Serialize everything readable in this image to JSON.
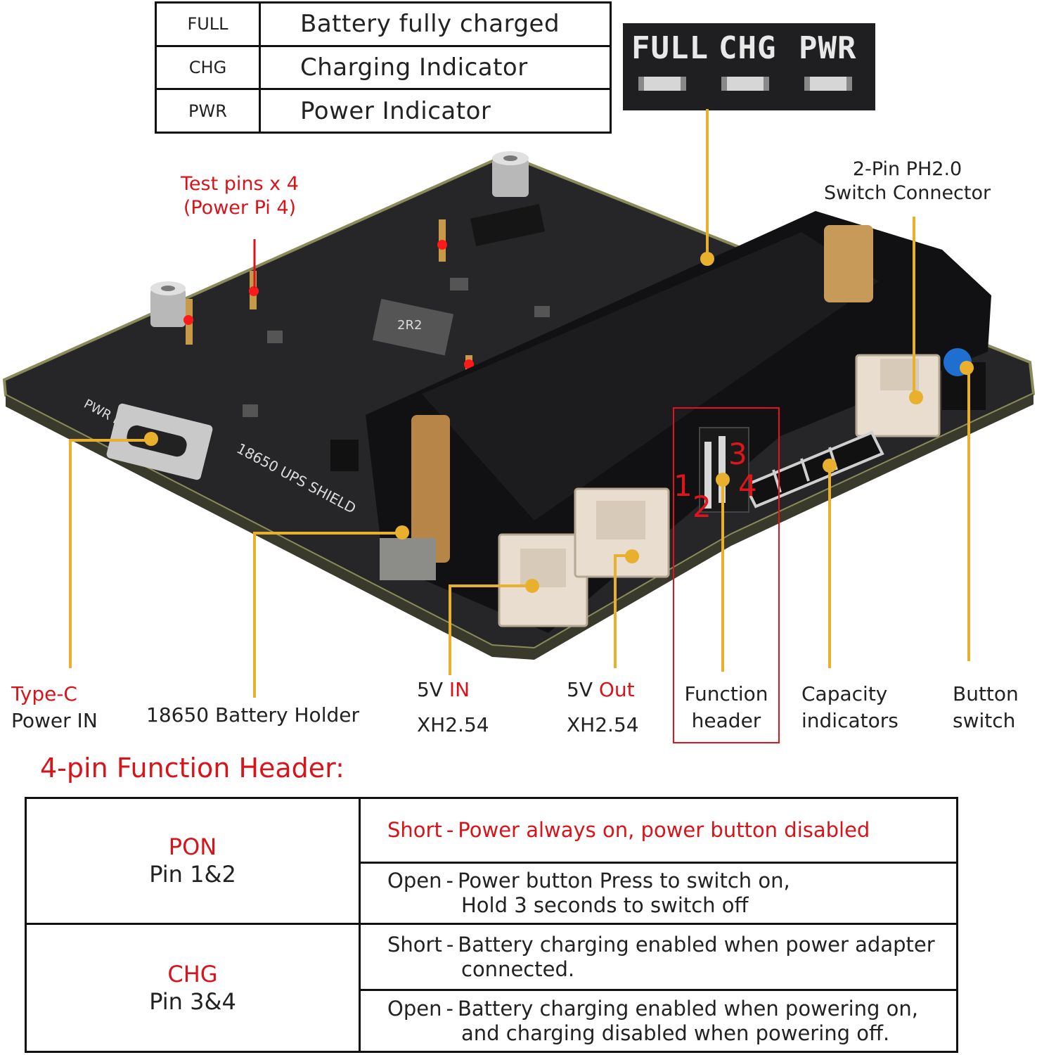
{
  "led_legend": [
    {
      "code": "FULL",
      "desc": "Battery fully charged"
    },
    {
      "code": "CHG",
      "desc": "Charging Indicator"
    },
    {
      "code": "PWR",
      "desc": "Power Indicator"
    }
  ],
  "led_silk": [
    "FULL",
    "CHG",
    "PWR"
  ],
  "board": {
    "silk_pwr_in": "PWR IN",
    "silk_name": "18650 UPS SHIELD",
    "inductor_mark": "2R2",
    "pin_numbers": [
      "1",
      "2",
      "3",
      "4"
    ]
  },
  "callouts": {
    "test_pins_line1": "Test pins x 4",
    "test_pins_line2": "(Power Pi 4)",
    "switch_conn_line1": "2-Pin PH2.0",
    "switch_conn_line2": "Switch Connector",
    "typec_line1": "Type-C",
    "typec_line2": "Power IN",
    "battery_holder": "18650 Battery Holder",
    "in_prefix": "5V",
    "in_label": "IN",
    "in_type": "XH2.54",
    "out_prefix": "5V",
    "out_label": "Out",
    "out_type": "XH2.54",
    "func_line1": "Function",
    "func_line2": "header",
    "cap_line1": "Capacity",
    "cap_line2": "indicators",
    "btn_line1": "Button",
    "btn_line2": "switch"
  },
  "function_header": {
    "title": "4-pin Function Header:",
    "rows": [
      {
        "name": "PON",
        "pins": "Pin 1&2",
        "options": [
          {
            "state": "Short",
            "text": "Power always on, power button disabled",
            "cont": "",
            "highlight": true
          },
          {
            "state": "Open",
            "text": "Power button Press to switch on,",
            "cont": "Hold 3 seconds to switch off",
            "highlight": false
          }
        ]
      },
      {
        "name": "CHG",
        "pins": "Pin 3&4",
        "options": [
          {
            "state": "Short",
            "text": "Battery charging enabled when power adapter",
            "cont": "connected.",
            "highlight": false
          },
          {
            "state": "Open",
            "text": "Battery charging enabled when powering on,",
            "cont": "and charging disabled when powering off.",
            "highlight": false
          }
        ]
      }
    ]
  },
  "colors": {
    "accent_red": "#d8141a",
    "leader": "#e8b02c",
    "pcb": "#262628",
    "holder": "#111113"
  }
}
